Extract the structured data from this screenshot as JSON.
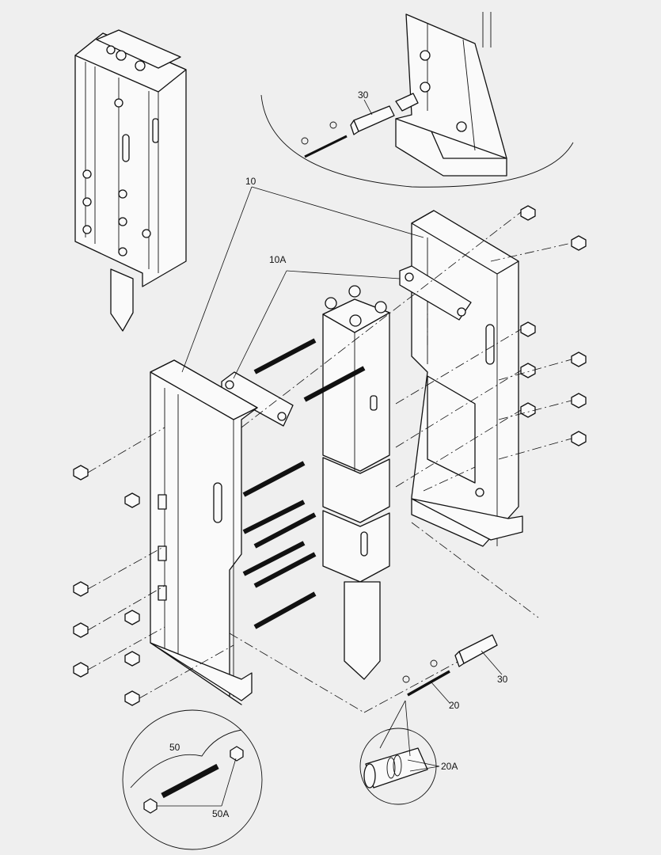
{
  "callouts": {
    "c10": "10",
    "c10A": "10A",
    "c20": "20",
    "c20A": "20A",
    "c30_top": "30",
    "c30_right": "30",
    "c50": "50",
    "c50A": "50A"
  },
  "colors": {
    "background": "#efefef",
    "line": "#111111",
    "part_fill": "#fafafa"
  }
}
